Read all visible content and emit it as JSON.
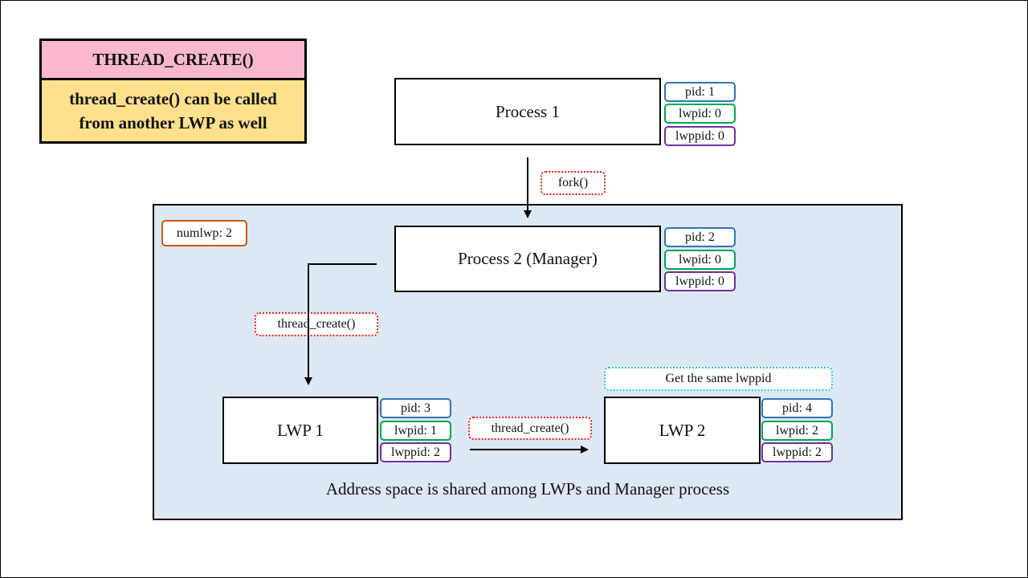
{
  "title_card": {
    "heading": "THREAD_CREATE()",
    "body": "thread_create() can be called from another LWP as well"
  },
  "process1": {
    "label": "Process 1",
    "pid": "pid: 1",
    "lwpid": "lwpid: 0",
    "lwppid": "lwppid: 0"
  },
  "fork_call": "fork()",
  "numlwp": "numlwp: 2",
  "process2": {
    "label": "Process 2 (Manager)",
    "pid": "pid: 2",
    "lwpid": "lwpid: 0",
    "lwppid": "lwppid: 0"
  },
  "thread_create_call_1": "thread_create()",
  "thread_create_call_2": "thread_create()",
  "lwp1": {
    "label": "LWP 1",
    "pid": "pid: 3",
    "lwpid": "lwpid: 1",
    "lwppid": "lwppid: 2"
  },
  "lwp2": {
    "label": "LWP 2",
    "pid": "pid: 4",
    "lwpid": "lwpid: 2",
    "lwppid": "lwppid: 2",
    "note": "Get the same lwppid"
  },
  "caption": "Address space is shared among LWPs and Manager process",
  "colors": {
    "title_heading_bg": "#f9b8cf",
    "title_body_bg": "#ffe08c",
    "region_bg": "#dde8f5",
    "pid_border": "#2e75b6",
    "lwpid_border": "#00a651",
    "lwppid_border": "#7030a0",
    "numlwp_border": "#c55a11",
    "call_border": "#e41e1e",
    "note_border": "#25bfd4"
  }
}
